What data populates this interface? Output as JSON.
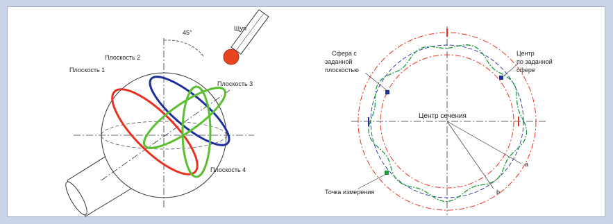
{
  "left_diagram": {
    "angle_label": "45°",
    "probe_label": "Щуп",
    "plane_labels": {
      "plane1": "Плоскость 1",
      "plane2": "Плоскость 2",
      "plane3": "Плоскость 3",
      "plane4": "Плоскость 4"
    }
  },
  "right_diagram": {
    "labels": {
      "reference_sphere": [
        "Сфера с",
        "заданной",
        "плоскостью"
      ],
      "probe_sphere": [
        "Центр",
        "по заданной",
        "сфере"
      ],
      "section_center": "Центр сечения",
      "measurement_point": "Точка измерения",
      "mark_a": "а",
      "mark_b": "b"
    }
  },
  "colors": {
    "plane1": "#e8311f",
    "plane2": "#1f2f9b",
    "plane3": "#5cbf33",
    "plane4": "#5cbf33",
    "probe_ball": "#e8451f",
    "tolerance": "#e8311f",
    "nominal": "#1f2f9b",
    "measured": "#1c9a3c"
  }
}
